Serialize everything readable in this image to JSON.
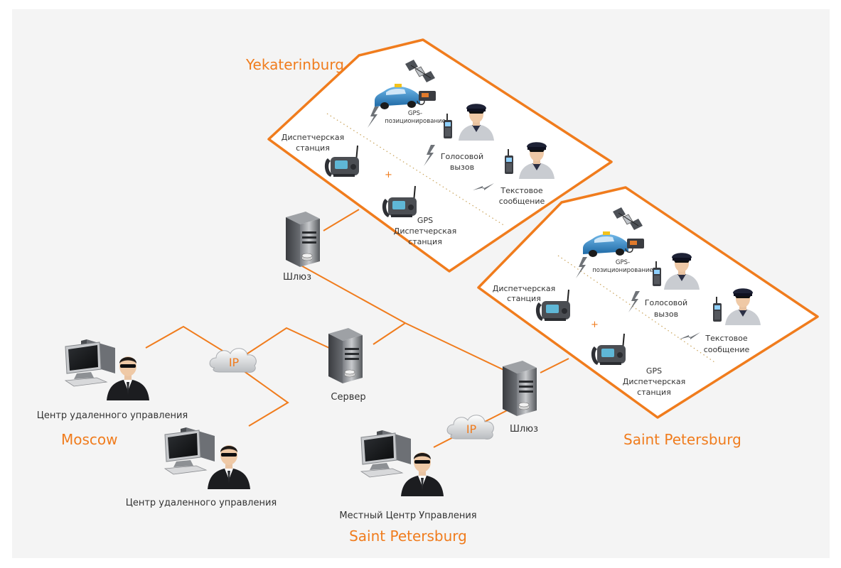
{
  "cities": {
    "yekaterinburg": "Yekaterinburg",
    "saint_petersburg_zone": "Saint Petersburg",
    "moscow": "Moscow",
    "saint_petersburg_local": "Saint Petersburg"
  },
  "yekaterinburg_zone": {
    "gps_positioning": [
      "GPS-",
      "позиционирование"
    ],
    "dispatch_station": [
      "Диспетчерская",
      "станция"
    ],
    "voice_call": [
      "Голосовой",
      "вызов"
    ],
    "text_message": [
      "Текстовое",
      "сообщение"
    ],
    "gps_dispatch": [
      "GPS",
      "Диспетчерская",
      "станция"
    ],
    "plus": "+"
  },
  "spb_zone": {
    "gps_positioning": [
      "GPS-",
      "позиционирование"
    ],
    "dispatch_station": [
      "Диспетчерская",
      "станция"
    ],
    "voice_call": [
      "Голосовой",
      "вызов"
    ],
    "text_message": [
      "Текстовое",
      "сообщение"
    ],
    "gps_dispatch": [
      "GPS",
      "Диспетчерская",
      "станция"
    ],
    "plus": "+"
  },
  "nodes": {
    "gateway_yekaterinburg": "Шлюз",
    "server": "Сервер",
    "gateway_spb": "Шлюз",
    "remote_center_1": "Центр удаленного управления",
    "remote_center_2": "Центр удаленного управления",
    "local_center": "Местный Центр Управления",
    "ip_cloud_moscow": "IP",
    "ip_cloud_spb": "IP"
  },
  "colors": {
    "accent": "#f07c1d",
    "background": "#f4f4f4",
    "text": "#333333"
  }
}
